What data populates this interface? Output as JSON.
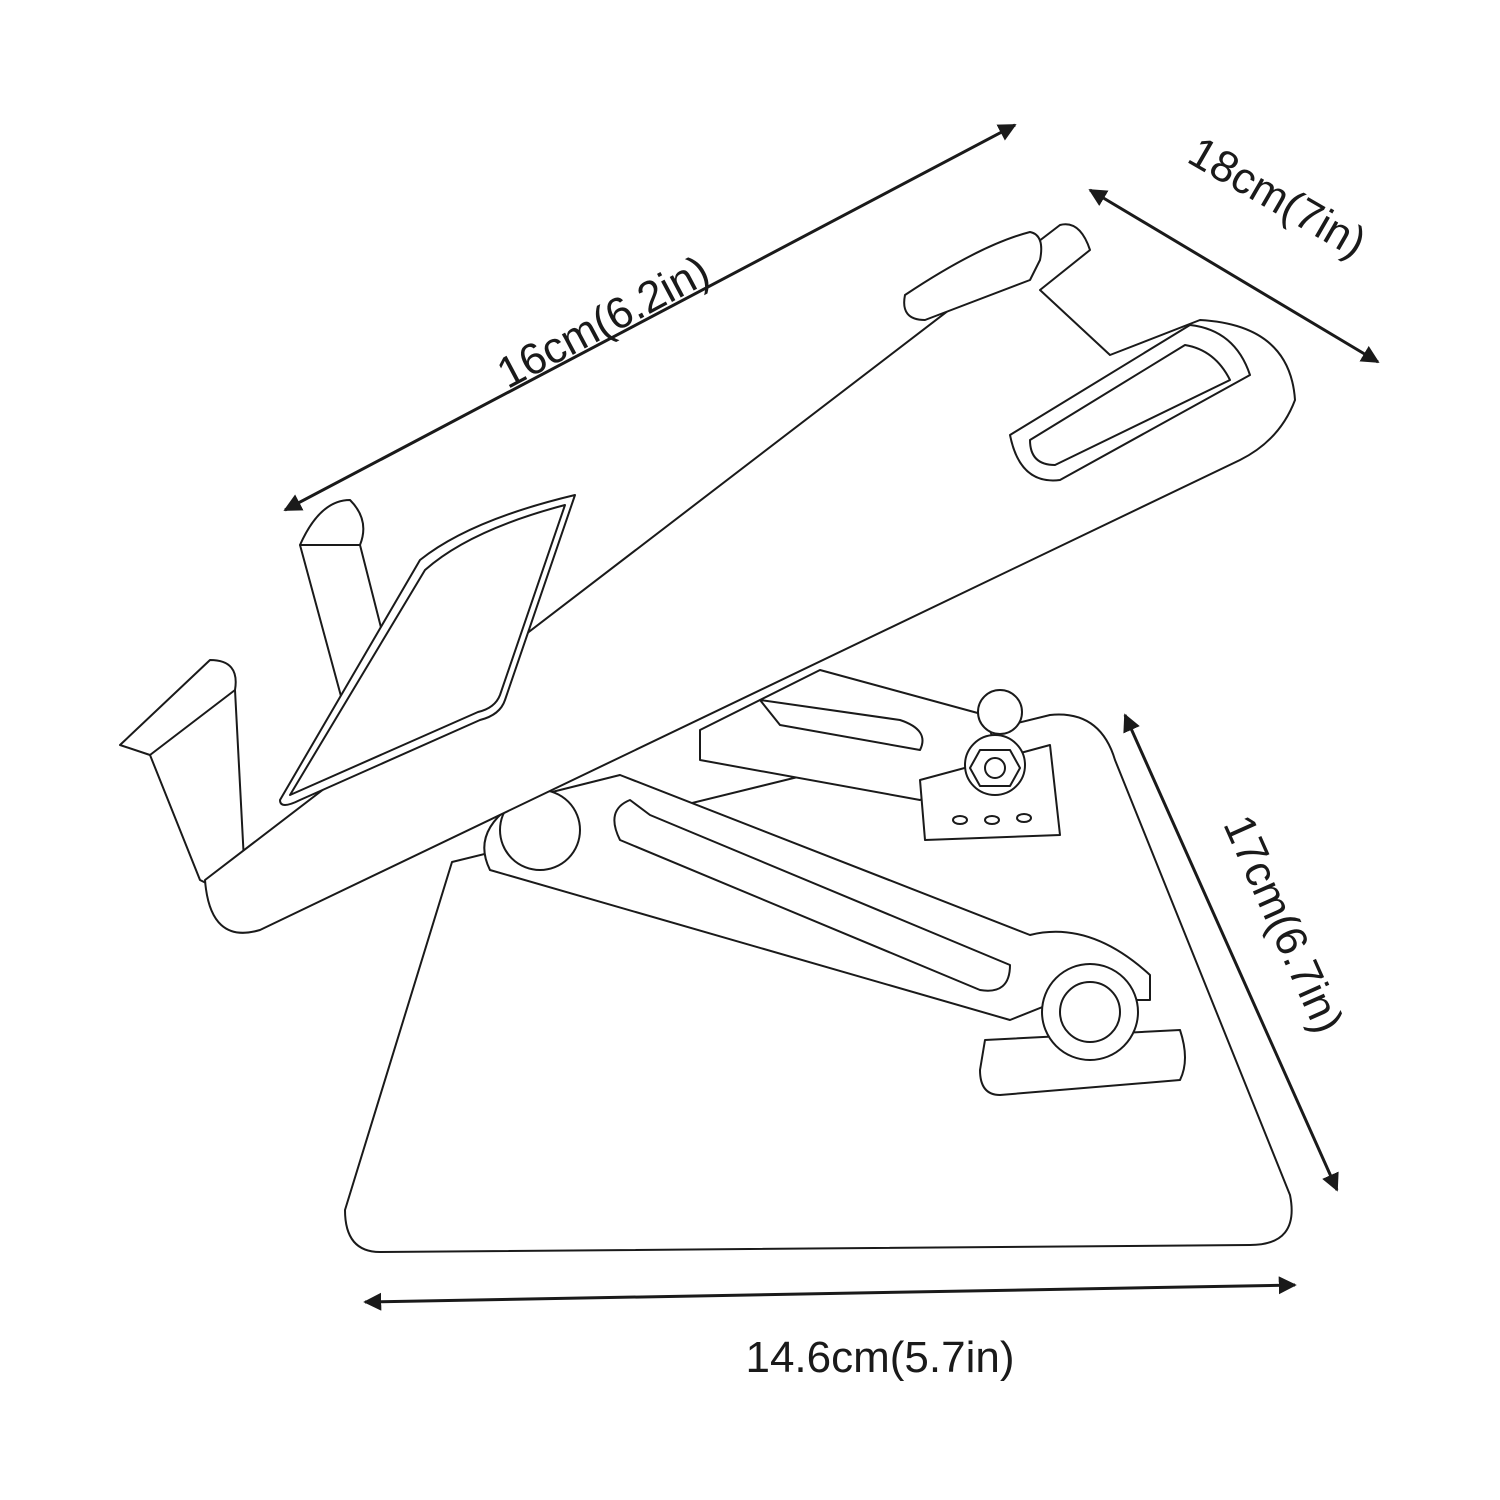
{
  "dimensions": {
    "top_length": "16cm(6.2in)",
    "side_width": "18cm(7in)",
    "base_depth": "17cm(6.7in)",
    "base_width": "14.6cm(5.7in)"
  },
  "colors": {
    "stroke": "#1a1a1a",
    "background": "#ffffff"
  }
}
